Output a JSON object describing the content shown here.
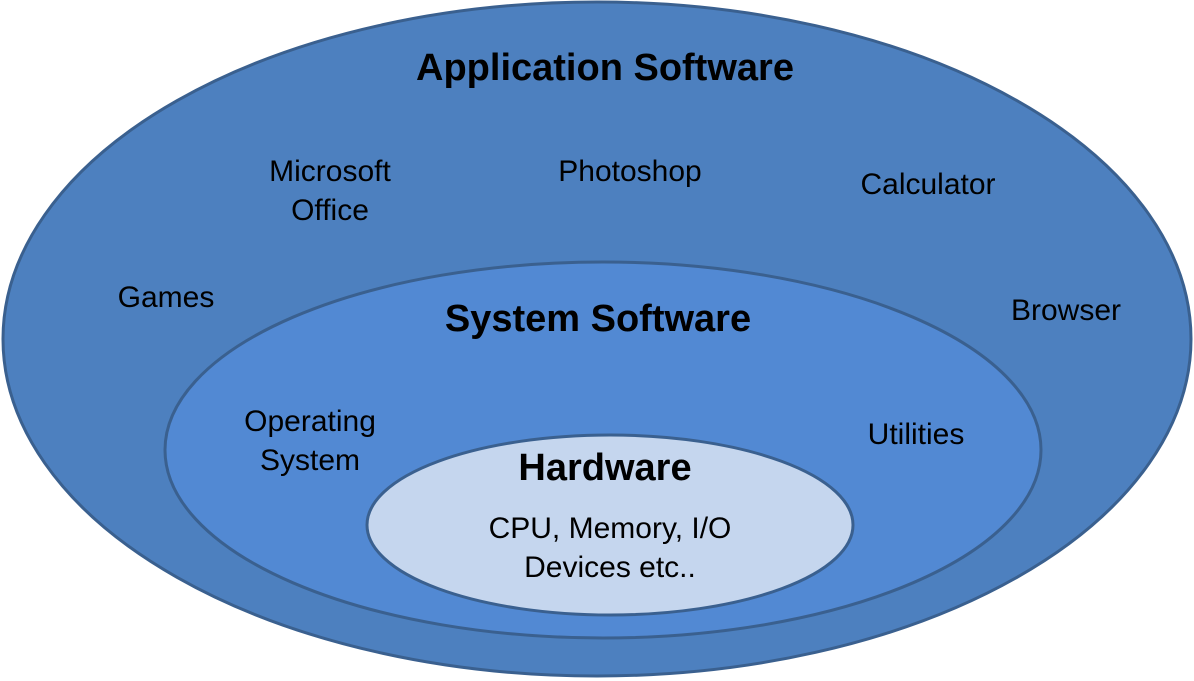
{
  "colors": {
    "application_fill": "#4d80bf",
    "system_fill": "#5289d3",
    "hardware_fill": "#c5d6ee",
    "outline": "#3a608f"
  },
  "application": {
    "title": "Application Software",
    "items": {
      "microsoft_office": [
        "Microsoft",
        "Office"
      ],
      "photoshop": "Photoshop",
      "calculator": "Calculator",
      "games": "Games",
      "browser": "Browser"
    }
  },
  "system": {
    "title": "System Software",
    "items": {
      "operating_system": [
        "Operating",
        "System"
      ],
      "utilities": "Utilities"
    }
  },
  "hardware": {
    "title": "Hardware",
    "description": [
      "CPU, Memory, I/O",
      "Devices etc.."
    ]
  }
}
